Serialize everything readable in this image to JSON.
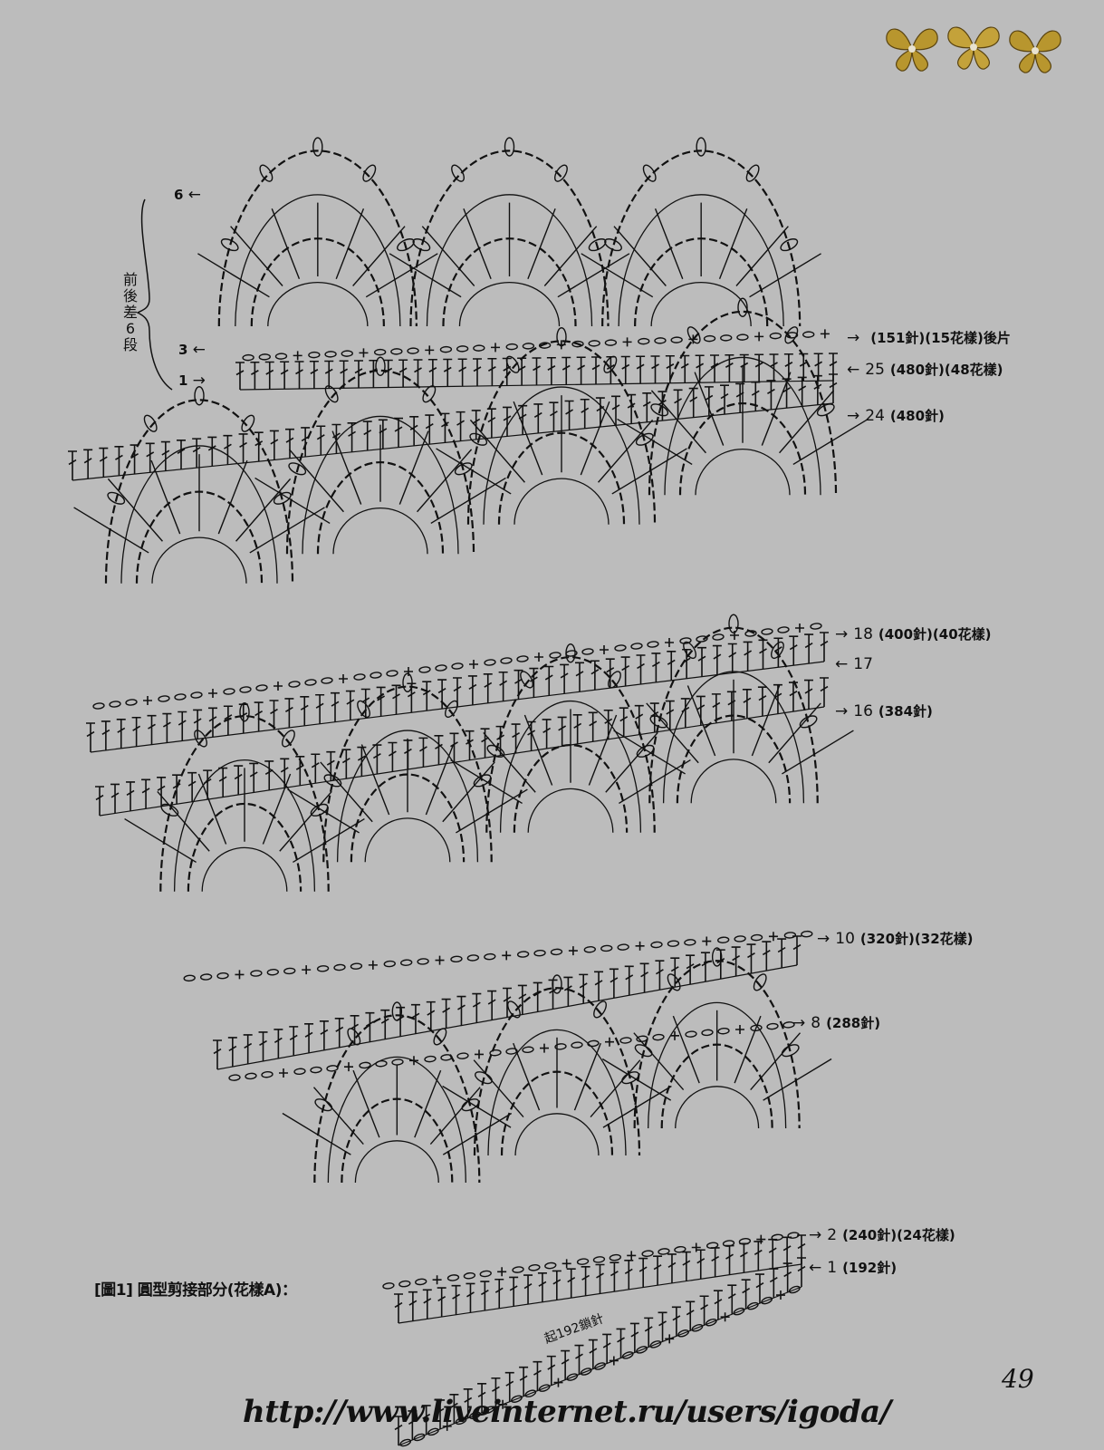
{
  "diagram": {
    "title": "[圖1] 圓型剪接部分(花樣A)：",
    "start_note": "起192鎖針",
    "page_number": "49",
    "watermark_url": "http://www.liveinternet.ru/users/igoda/",
    "bracket_note": "前後差6段",
    "left_rows": [
      {
        "arrow": "←",
        "row": "6"
      },
      {
        "arrow": "←",
        "row": "3"
      },
      {
        "arrow": "→",
        "row": "1"
      }
    ],
    "right_rows": [
      {
        "arrow": "→",
        "row": "",
        "text": "(151針)(15花樣)後片"
      },
      {
        "arrow": "←",
        "row": "25",
        "text": "(480針)(48花樣)"
      },
      {
        "arrow": "→",
        "row": "24",
        "text": "(480針)"
      },
      {
        "arrow": "→",
        "row": "18",
        "text": "(400針)(40花樣)"
      },
      {
        "arrow": "←",
        "row": "17",
        "text": ""
      },
      {
        "arrow": "→",
        "row": "16",
        "text": "(384針)"
      },
      {
        "arrow": "→",
        "row": "10",
        "text": "(320針)(32花樣)"
      },
      {
        "arrow": "→",
        "row": "8",
        "text": "(288針)"
      },
      {
        "arrow": "→",
        "row": "2",
        "text": "(240針)(24花樣)"
      },
      {
        "arrow": "←",
        "row": "1",
        "text": "(192針)"
      }
    ],
    "colors": {
      "background": "#bcbcbc",
      "ink": "#111111",
      "ornament": "#b8962e"
    }
  }
}
